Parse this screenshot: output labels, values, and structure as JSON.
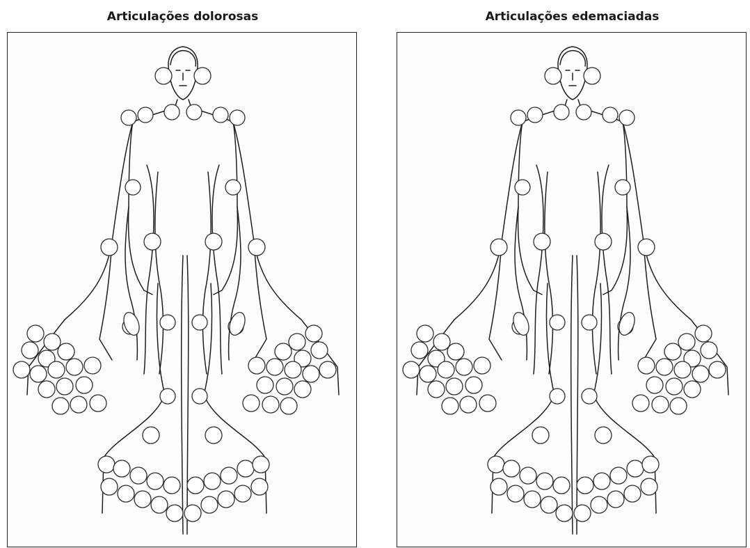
{
  "panels": [
    {
      "title": "Articulações dolorosas"
    },
    {
      "title": "Articulações edemaciadas"
    }
  ],
  "colors": {
    "outline": "#1e1e1e",
    "joint_fill": "#ffffff",
    "frame": "#222222"
  },
  "joint_names": [
    "tmj-left",
    "tmj-right",
    "acromioclavicular-left",
    "acromioclavicular-right",
    "sternoclavicular-left",
    "sternoclavicular-right",
    "shoulder-left-a",
    "shoulder-left-b",
    "shoulder-right-a",
    "shoulder-right-b",
    "elbow-left",
    "elbow-right",
    "wrist-left",
    "wrist-right",
    "hip-left",
    "hip-right",
    "knee-left",
    "knee-right",
    "ankle-left",
    "ankle-right",
    "subtalar-left",
    "subtalar-right",
    "mcp-left",
    "pip-left",
    "dip-left",
    "mcp-right",
    "pip-right",
    "dip-right",
    "mtp-left",
    "toe-ip-left",
    "mtp-right",
    "toe-ip-right"
  ]
}
